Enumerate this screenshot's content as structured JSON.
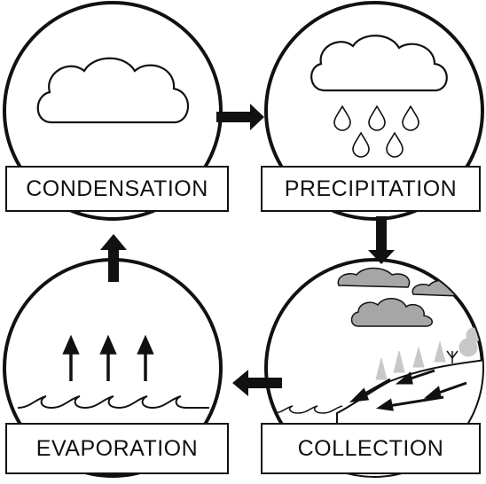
{
  "stages": {
    "condensation": {
      "label": "CONDENSATION"
    },
    "precipitation": {
      "label": "PRECIPITATION"
    },
    "collection": {
      "label": "COLLECTION"
    },
    "evaporation": {
      "label": "EVAPORATION"
    }
  },
  "colors": {
    "stroke": "#111111",
    "background": "#ffffff",
    "cloud_gray": "#a6a6a6",
    "tree_gray": "#c8c8c8"
  }
}
